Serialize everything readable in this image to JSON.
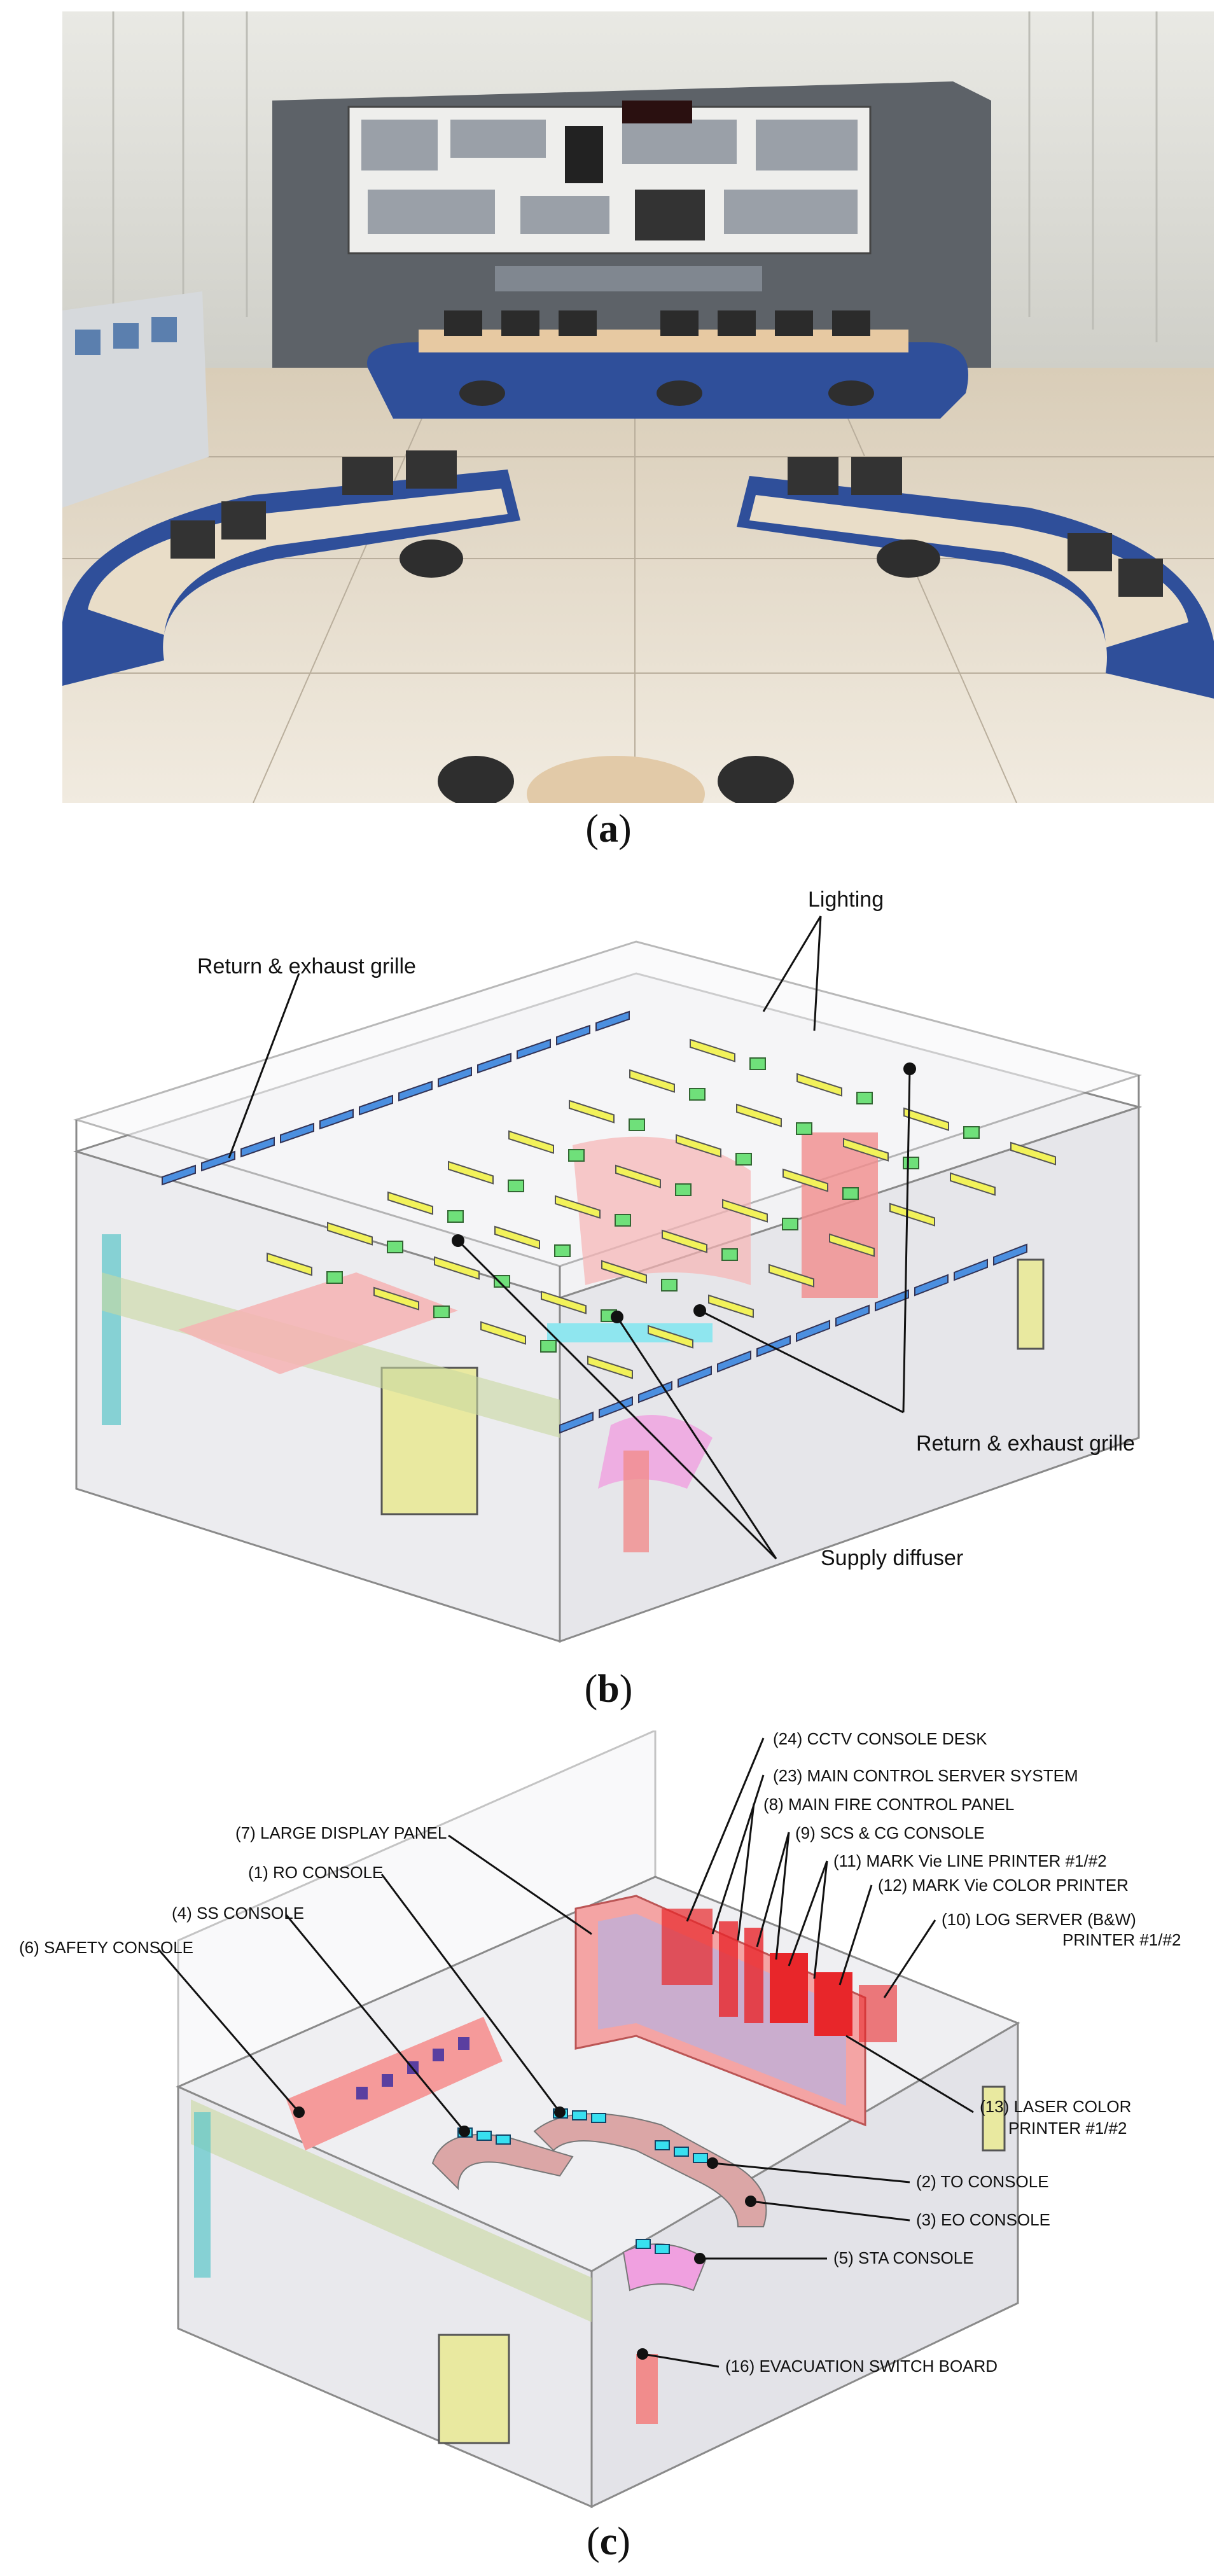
{
  "panel_a": {
    "caption_letter": "a"
  },
  "panel_b": {
    "caption_letter": "b",
    "labels": {
      "lighting": "Lighting",
      "return_left": "Return & exhaust grille",
      "return_right": "Return & exhaust grille",
      "supply": "Supply diffuser"
    }
  },
  "panel_c": {
    "caption_letter": "c",
    "labels": {
      "l24": "(24) CCTV CONSOLE DESK",
      "l23": "(23) MAIN CONTROL SERVER SYSTEM",
      "l8": "(8) MAIN FIRE CONTROL PANEL",
      "l9": "(9) SCS & CG CONSOLE",
      "l11": "(11) MARK Vie LINE PRINTER #1/#2",
      "l12": "(12) MARK Vie COLOR PRINTER",
      "l10a": "(10) LOG SERVER (B&W)",
      "l10b": "PRINTER #1/#2",
      "l7": "(7) LARGE DISPLAY PANEL",
      "l1": "(1) RO CONSOLE",
      "l4": "(4) SS CONSOLE",
      "l6": "(6) SAFETY CONSOLE",
      "l13a": "(13) LASER COLOR",
      "l13b": "PRINTER #1/#2",
      "l2": "(2) TO CONSOLE",
      "l3": "(3) EO CONSOLE",
      "l5": "(5) STA CONSOLE",
      "l16": "(16) EVACUATION SWITCH BOARD"
    }
  },
  "colors": {
    "lighting": "#f2f25a",
    "supply": "#6fe07a",
    "return": "#4b8fe0",
    "console": "#f3a5a5",
    "printer": "#e8262a"
  }
}
